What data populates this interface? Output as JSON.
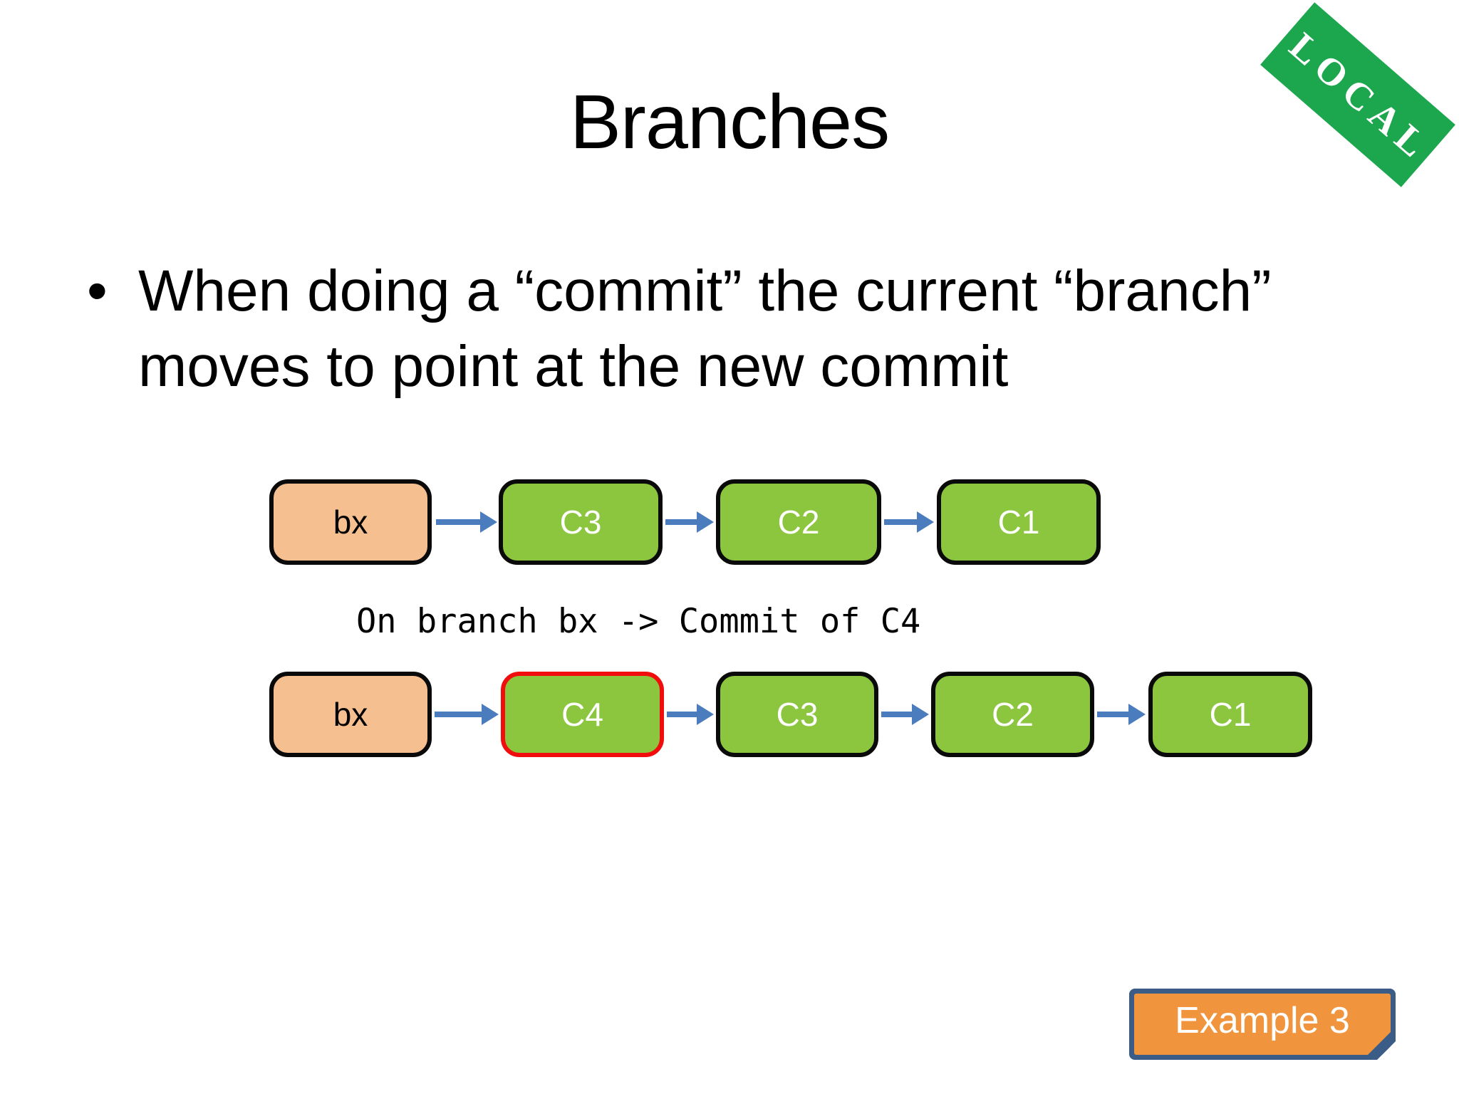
{
  "slide": {
    "title": "Branches",
    "badge_label": "LOCAL",
    "bullet": {
      "marker": "•",
      "lines": [
        "When doing a “commit” the current “branch”",
        "moves to point at the new commit"
      ]
    },
    "diagram_before": {
      "nodes": [
        {
          "label": "bx",
          "type": "branch"
        },
        {
          "label": "C3",
          "type": "commit"
        },
        {
          "label": "C2",
          "type": "commit"
        },
        {
          "label": "C1",
          "type": "commit"
        }
      ]
    },
    "transition_caption": "On branch bx -> Commit of C4",
    "diagram_after": {
      "nodes": [
        {
          "label": "bx",
          "type": "branch"
        },
        {
          "label": "C4",
          "type": "commit",
          "highlighted": true
        },
        {
          "label": "C3",
          "type": "commit"
        },
        {
          "label": "C2",
          "type": "commit"
        },
        {
          "label": "C1",
          "type": "commit"
        }
      ]
    },
    "action_button_label": "Example 3",
    "colors": {
      "badge_green": "#1CA64E",
      "commit_green": "#8CC63E",
      "branch_orange": "#F6BF90",
      "arrow_blue": "#4A7CBE",
      "highlight_red": "#F10D0D",
      "button_orange": "#F0953E",
      "button_border_blue": "#3A5C87"
    }
  }
}
